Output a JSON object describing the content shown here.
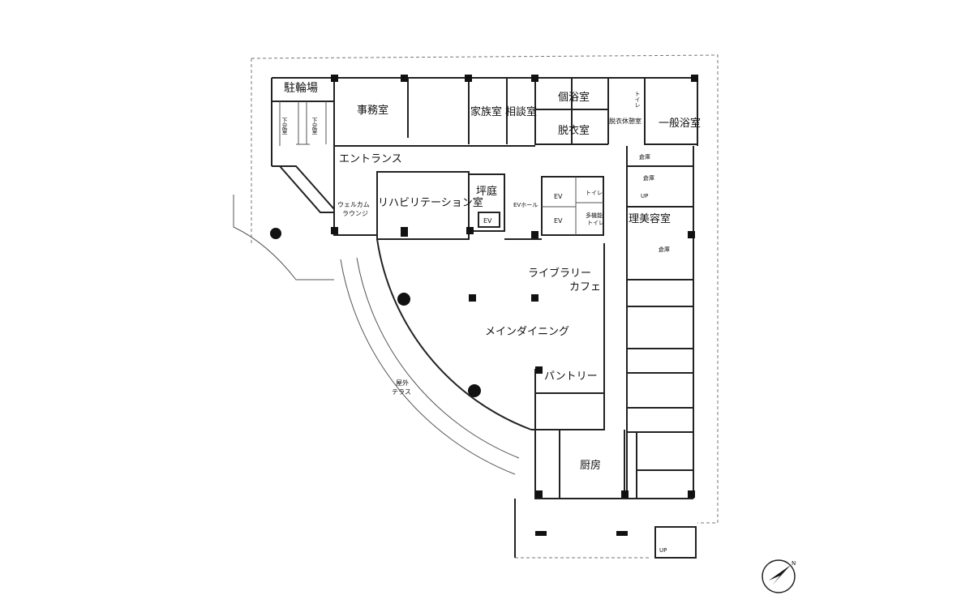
{
  "rooms": {
    "bicycle_parking": "駐輪場",
    "shoe_room_1": "下足室",
    "shoe_room_2": "下足室",
    "office": "事務室",
    "family_room": "家族室",
    "consultation_room": "相談室",
    "private_bath": "個浴室",
    "dressing_room": "脱衣室",
    "dressing_lounge": "脱衣休憩室",
    "toilet_bath": "トイレ",
    "public_bath": "一般浴室",
    "storage_1": "倉庫",
    "storage_2": "倉庫",
    "stair_up_1": "UP",
    "entrance": "エントランス",
    "welcome_lounge_1": "ウェルカム",
    "welcome_lounge_2": "ラウンジ",
    "rehab_room": "リハビリテーション室",
    "courtyard": "坪庭",
    "ev_small": "EV",
    "ev_hall": "EVホール",
    "ev_1": "EV",
    "ev_2": "EV",
    "toilet": "トイレ",
    "accessible_toilet_1": "多機能",
    "accessible_toilet_2": "トイレ",
    "barber": "理美容室",
    "storage_3": "倉庫",
    "library_cafe_1": "ライブラリー",
    "library_cafe_2": "カフェ",
    "main_dining": "メインダイニング",
    "pantry": "パントリー",
    "terrace_1": "屋外",
    "terrace_2": "テラス",
    "kitchen": "厨房",
    "stair_up_2": "UP"
  },
  "compass": {
    "label": "N"
  }
}
